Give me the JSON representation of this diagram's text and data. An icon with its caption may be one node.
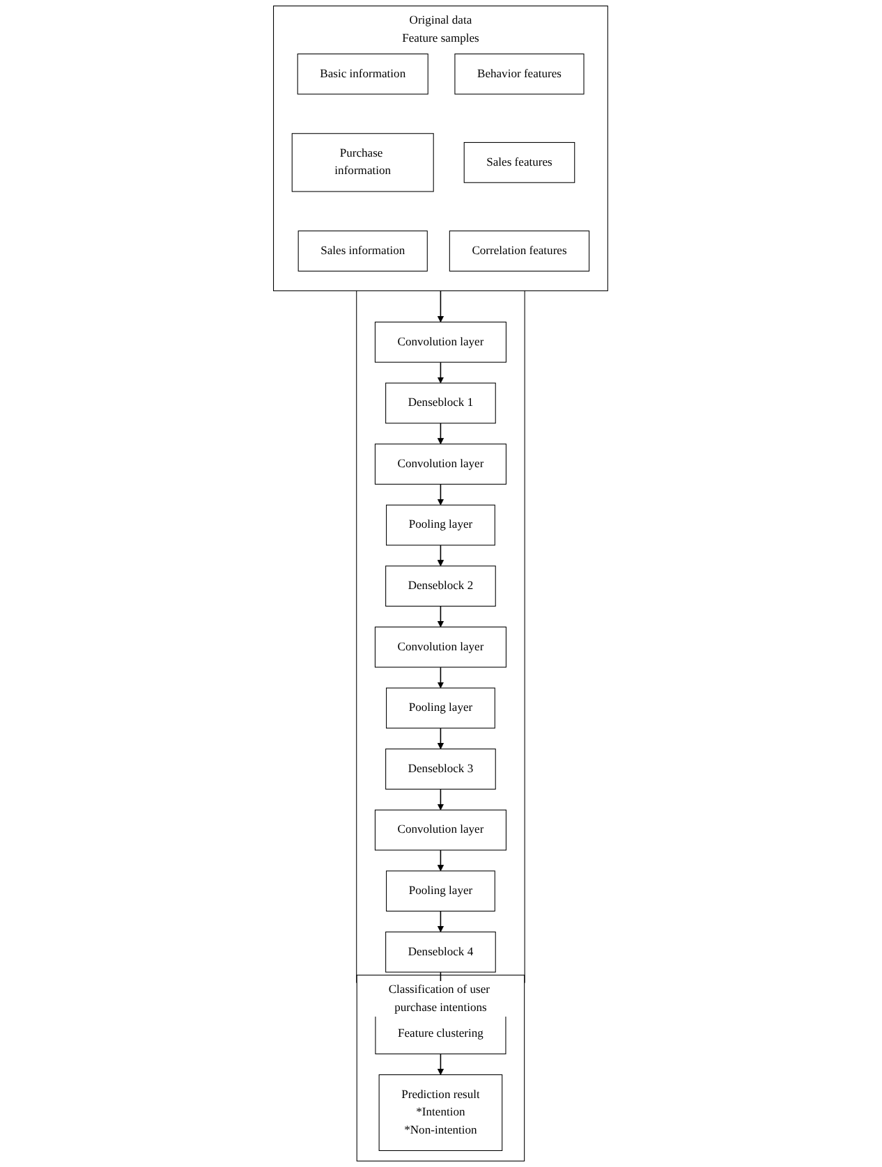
{
  "diagram": {
    "nodes": [
      {
        "text": [
          "Original data",
          "Feature samples"
        ]
      },
      {
        "text": [
          "Basic information"
        ],
        "in": 0
      },
      {
        "text": [
          "Purchase information"
        ],
        "in": 0
      },
      {
        "text": [
          "Sales information"
        ],
        "in": 0
      },
      {
        "text": [
          "Behavior features"
        ],
        "in": 0
      },
      {
        "text": [
          "Sales features"
        ],
        "in": 0
      },
      {
        "text": [
          "Correlation features"
        ],
        "in": 0
      },
      {
        "text": [
          "Classification of user purchase intentions"
        ]
      },
      {
        "text": [
          "Prediction result",
          "*Intention",
          "*Non-intention"
        ],
        "in": 7
      },
      {
        "text": [
          "Feature clustering"
        ],
        "in": 7
      },
      {
        "text": [],
        "shape": "box"
      },
      {
        "text": [
          "Convolution layer"
        ],
        "in": 10
      },
      {
        "text": [
          "Denseblock 1"
        ],
        "in": 10
      },
      {
        "text": [
          "Convolution layer"
        ],
        "in": 10
      },
      {
        "text": [
          "Pooling layer"
        ],
        "in": 10
      },
      {
        "text": [
          "Denseblock 2"
        ],
        "in": 10
      },
      {
        "text": [
          "Convolution layer"
        ],
        "in": 10
      },
      {
        "text": [
          "Pooling layer"
        ],
        "in": 10
      },
      {
        "text": [
          "Denseblock 3"
        ],
        "in": 10
      },
      {
        "text": [
          "Convolution layer"
        ],
        "in": 10
      },
      {
        "text": [
          "Pooling layer"
        ],
        "in": 10
      },
      {
        "text": [
          "Denseblock 4"
        ],
        "in": 10
      }
    ],
    "edges": [
      {
        "from": 0,
        "to": 11,
        "arrow": "to"
      },
      {
        "from": 11,
        "to": 12,
        "arrow": "to"
      },
      {
        "from": 12,
        "to": 13,
        "arrow": "to"
      },
      {
        "from": 13,
        "to": 14,
        "arrow": "to"
      },
      {
        "from": 14,
        "to": 15,
        "arrow": "to"
      },
      {
        "from": 15,
        "to": 16,
        "arrow": "to"
      },
      {
        "from": 16,
        "to": 17,
        "arrow": "to"
      },
      {
        "from": 17,
        "to": 18,
        "arrow": "to"
      },
      {
        "from": 18,
        "to": 19,
        "arrow": "to"
      },
      {
        "from": 19,
        "to": 20,
        "arrow": "to"
      },
      {
        "from": 20,
        "to": 21,
        "arrow": "to"
      },
      {
        "from": 21,
        "to": 9,
        "arrow": "to"
      },
      {
        "from": 9,
        "to": 8,
        "arrow": "to"
      }
    ]
  }
}
